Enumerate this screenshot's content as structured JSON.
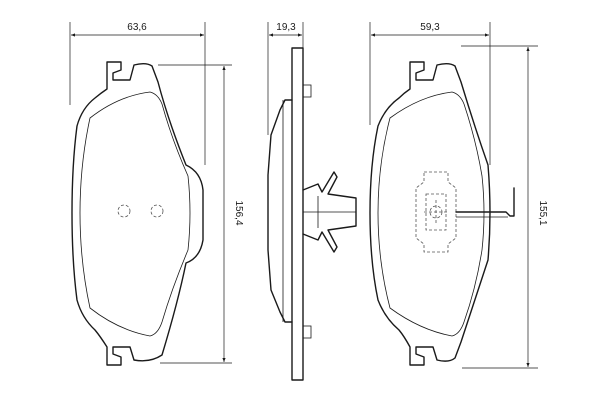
{
  "dimensions": {
    "left_width": "63,6",
    "left_height": "156,4",
    "middle_thickness": "19,3",
    "right_width": "59,3",
    "right_height": "155,1"
  }
}
